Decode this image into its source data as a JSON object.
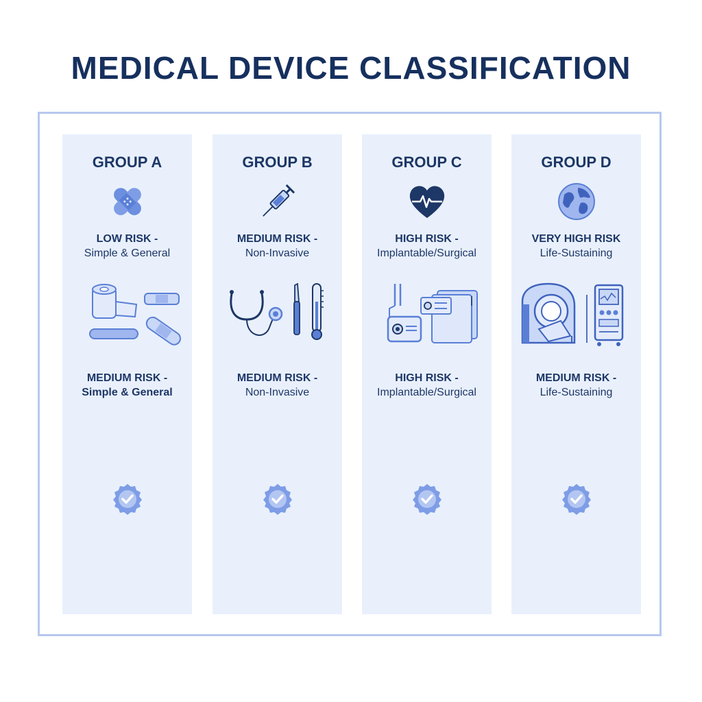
{
  "title": "MEDICAL DEVICE CLASSIFICATION",
  "groups": [
    {
      "name": "GROUP A",
      "icon": "bandage-icon",
      "risk_primary": {
        "line1": "LOW RISK -",
        "line2": "Simple & General"
      },
      "devices_icon": "bandage-roll-and-plasters-icon",
      "risk_secondary": {
        "line1": "MEDIUM RISK -",
        "line2": "Simple & General"
      },
      "badge_icon": "check-badge-icon"
    },
    {
      "name": "GROUP B",
      "icon": "syringe-icon",
      "risk_primary": {
        "line1": "MEDIUM RISK -",
        "line2": "Non-Invasive"
      },
      "devices_icon": "stethoscope-and-thermometer-icon",
      "risk_secondary": {
        "line1": "MEDIUM RISK -",
        "line2": "Non-Invasive"
      },
      "badge_icon": "check-badge-icon"
    },
    {
      "name": "GROUP C",
      "icon": "heart-pulse-icon",
      "risk_primary": {
        "line1": "HIGH RISK -",
        "line2": "Implantable/Surgical"
      },
      "devices_icon": "pacemaker-and-implant-card-icon",
      "risk_secondary": {
        "line1": "HIGH RISK -",
        "line2": "Implantable/Surgical"
      },
      "badge_icon": "check-badge-icon"
    },
    {
      "name": "GROUP D",
      "icon": "globe-icon",
      "risk_primary": {
        "line1": "VERY HIGH RISK",
        "line2": "Life-Sustaining"
      },
      "devices_icon": "mri-scanner-and-monitor-icon",
      "risk_secondary": {
        "line1": "MEDIUM RISK -",
        "line2": "Life-Sustaining"
      },
      "badge_icon": "check-badge-icon"
    }
  ],
  "colors": {
    "title": "#16305e",
    "text": "#1d3766",
    "column_bg": "#e9f0fc",
    "frame": "#b7c8ee",
    "icon_primary": "#5a7fd6",
    "icon_dark": "#1d3766"
  }
}
